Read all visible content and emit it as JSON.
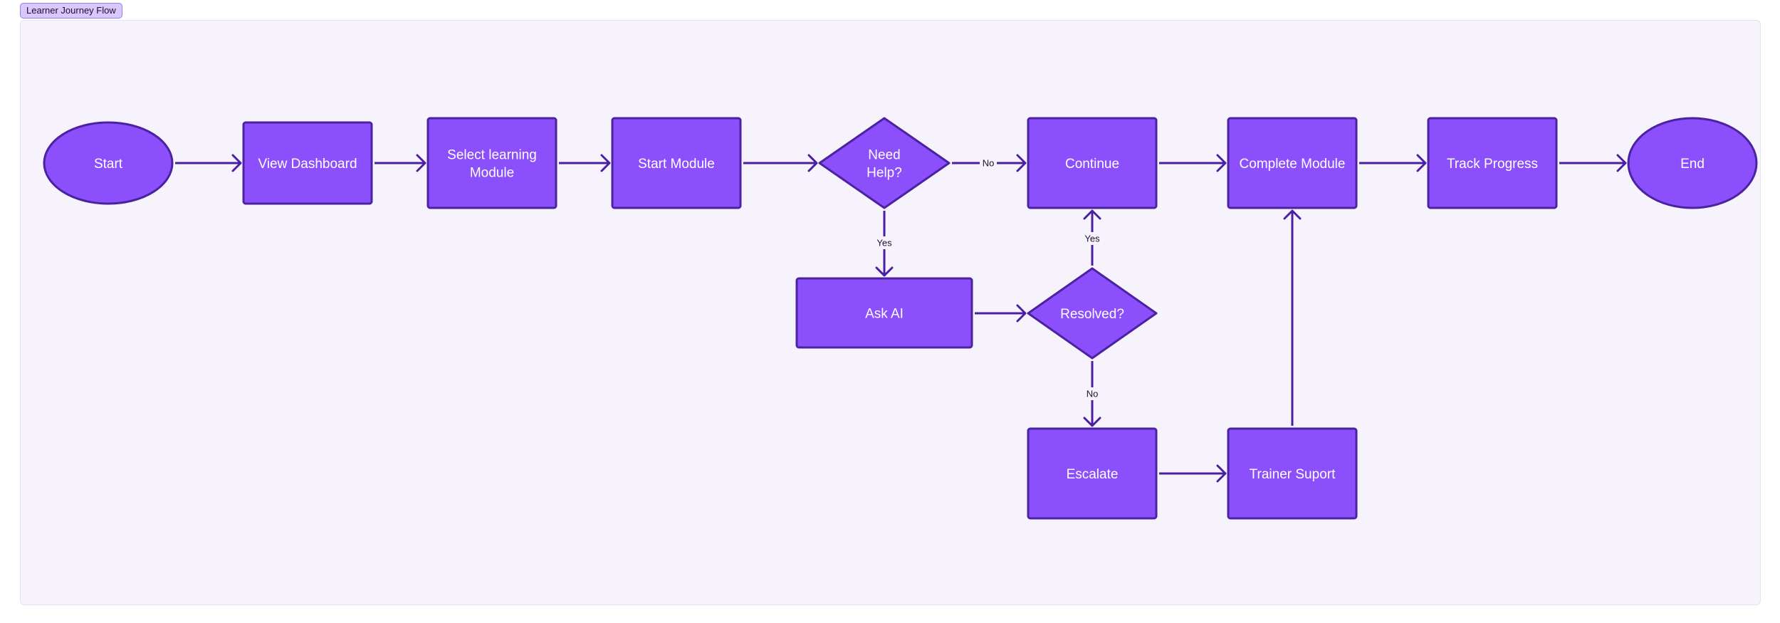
{
  "frame": {
    "title": "Learner Journey Flow"
  },
  "colors": {
    "node_fill": "#8b4ffb",
    "node_stroke": "#4b22a0",
    "edge": "#4a1fa3",
    "canvas": "#f7f3fc",
    "tag_fill": "#d9c8fb"
  },
  "nodes": {
    "start": {
      "label": "Start",
      "shape": "ellipse"
    },
    "view_dashboard": {
      "label": "View Dashboard",
      "shape": "rect"
    },
    "select_module": {
      "label": "Select learning Module",
      "shape": "rect"
    },
    "start_module": {
      "label": "Start Module",
      "shape": "rect"
    },
    "need_help": {
      "label": "Need Help?",
      "shape": "diamond"
    },
    "continue": {
      "label": "Continue",
      "shape": "rect"
    },
    "complete_module": {
      "label": "Complete Module",
      "shape": "rect"
    },
    "track_progress": {
      "label": "Track Progress",
      "shape": "rect"
    },
    "end": {
      "label": "End",
      "shape": "ellipse"
    },
    "ask_ai": {
      "label": "Ask AI",
      "shape": "rect"
    },
    "resolved": {
      "label": "Resolved?",
      "shape": "diamond"
    },
    "escalate": {
      "label": "Escalate",
      "shape": "rect"
    },
    "trainer_support": {
      "label": "Trainer Suport",
      "shape": "rect"
    }
  },
  "edges": [
    {
      "from": "start",
      "to": "view_dashboard",
      "label": ""
    },
    {
      "from": "view_dashboard",
      "to": "select_module",
      "label": ""
    },
    {
      "from": "select_module",
      "to": "start_module",
      "label": ""
    },
    {
      "from": "start_module",
      "to": "need_help",
      "label": ""
    },
    {
      "from": "need_help",
      "to": "continue",
      "label": "No"
    },
    {
      "from": "continue",
      "to": "complete_module",
      "label": ""
    },
    {
      "from": "complete_module",
      "to": "track_progress",
      "label": ""
    },
    {
      "from": "track_progress",
      "to": "end",
      "label": ""
    },
    {
      "from": "need_help",
      "to": "ask_ai",
      "label": "Yes"
    },
    {
      "from": "ask_ai",
      "to": "resolved",
      "label": ""
    },
    {
      "from": "resolved",
      "to": "continue",
      "label": "Yes"
    },
    {
      "from": "resolved",
      "to": "escalate",
      "label": "No"
    },
    {
      "from": "escalate",
      "to": "trainer_support",
      "label": ""
    },
    {
      "from": "trainer_support",
      "to": "complete_module",
      "label": ""
    }
  ]
}
